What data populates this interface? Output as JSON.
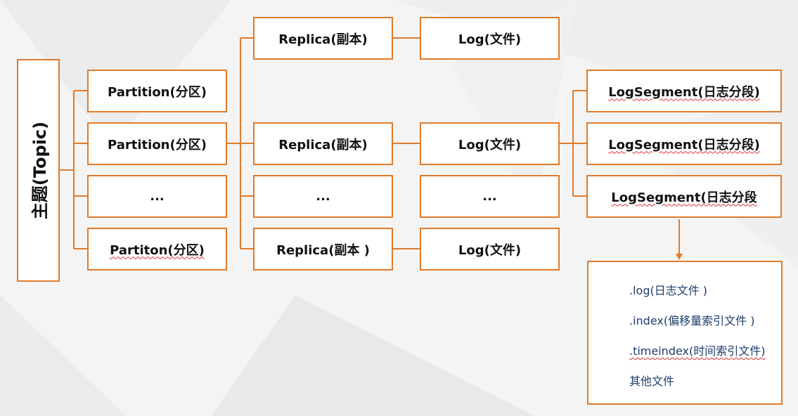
{
  "topic": {
    "label": "主题(Topic)"
  },
  "partitions": [
    {
      "label": "Partition(分区)"
    },
    {
      "label": "Partition(分区)"
    },
    {
      "label": "..."
    },
    {
      "label": "Partiton(分区)"
    }
  ],
  "replicas": [
    {
      "label": "Replica(副本)"
    },
    {
      "label": "Replica(副本)"
    },
    {
      "label": "..."
    },
    {
      "label": "Replica(副本 )"
    }
  ],
  "logs": [
    {
      "label": "Log(文件)"
    },
    {
      "label": "Log(文件)"
    },
    {
      "label": "..."
    },
    {
      "label": "Log(文件)"
    }
  ],
  "segments": [
    {
      "label": "LogSegment(日志分段)"
    },
    {
      "label": "LogSegment(日志分段)"
    },
    {
      "label": "LogSegment(日志分段"
    }
  ],
  "files": [
    {
      "label": ".log(日志文件 )"
    },
    {
      "label": ".index(偏移量索引文件 )"
    },
    {
      "label": ".timeindex(时间索引文件)"
    },
    {
      "label": "其他文件"
    }
  ],
  "colors": {
    "accent": "#e07b2a",
    "file_text": "#1d3d6b",
    "background": "#f4f4f4"
  }
}
